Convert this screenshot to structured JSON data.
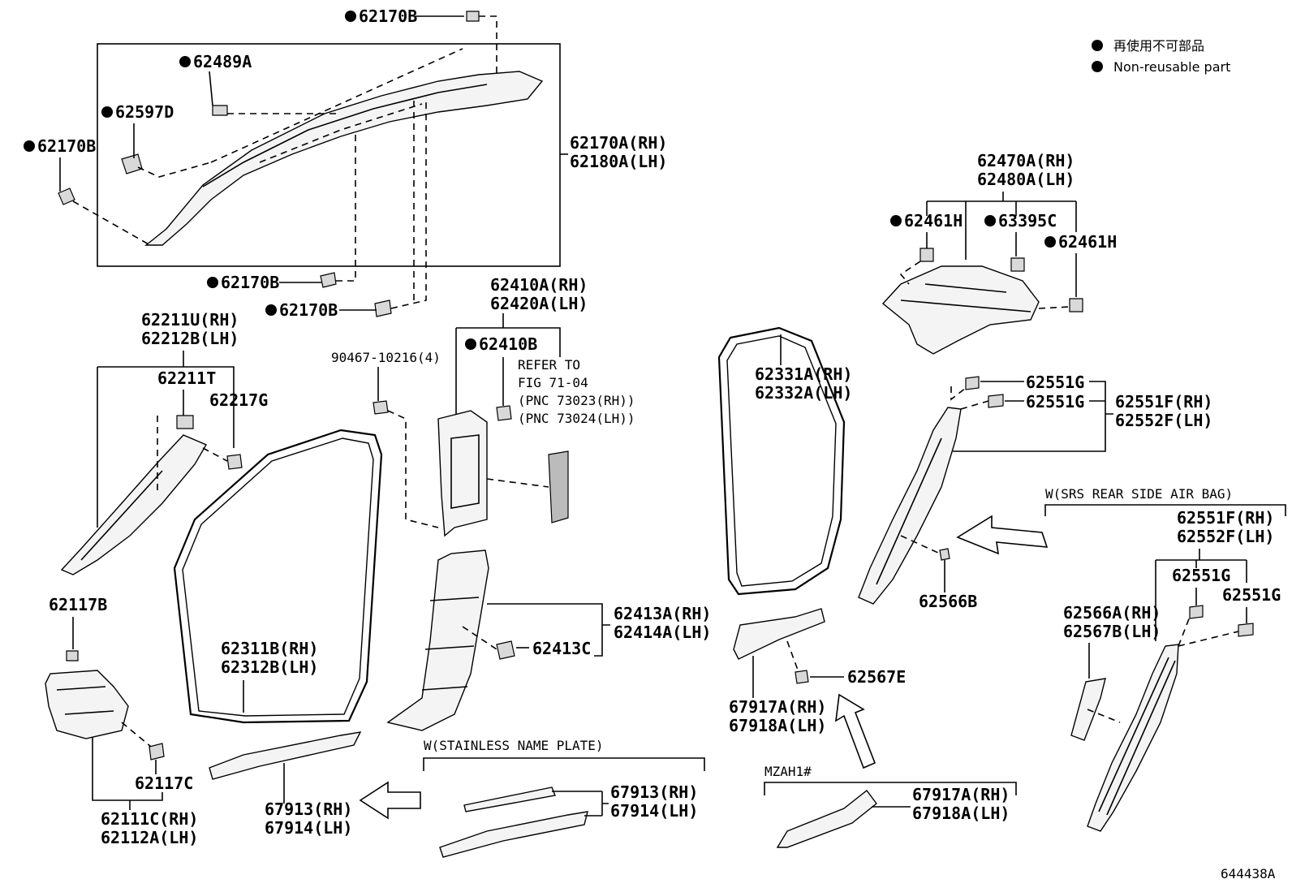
{
  "legend": {
    "jp": "再使用不可部品",
    "en": "Non-reusable part"
  },
  "diagram_id": "644438A",
  "labels": {
    "p62170B_top": "62170B",
    "p62489A": "62489A",
    "p62597D": "62597D",
    "p62170B_left": "62170B",
    "p62170A_rh": "62170A(RH)",
    "p62180A_lh": "62180A(LH)",
    "p62170B_mid": "62170B",
    "p62170B_low": "62170B",
    "p62211U_rh": "62211U(RH)",
    "p62212B_lh": "62212B(LH)",
    "p62211T": "62211T",
    "p62217G": "62217G",
    "p90467": "90467-10216(4)",
    "p62410A_rh": "62410A(RH)",
    "p62420A_lh": "62420A(LH)",
    "p62410B": "62410B",
    "refer1": "REFER TO",
    "refer2": "FIG 71-04",
    "refer3": "(PNC 73023(RH))",
    "refer4": "(PNC 73024(LH))",
    "p62470A_rh": "62470A(RH)",
    "p62480A_lh": "62480A(LH)",
    "p62461H_a": "62461H",
    "p63395C": "63395C",
    "p62461H_b": "62461H",
    "p62331A_rh": "62331A(RH)",
    "p62332A_lh": "62332A(LH)",
    "p62551G_a": "62551G",
    "p62551G_b": "62551G",
    "p62551F_rh": "62551F(RH)",
    "p62552F_lh": "62552F(LH)",
    "w_srs": "W(SRS REAR SIDE AIR BAG)",
    "p62551F_rh2": "62551F(RH)",
    "p62552F_lh2": "62552F(LH)",
    "p62551G_c": "62551G",
    "p62551G_d": "62551G",
    "p62566A_rh": "62566A(RH)",
    "p62567B_lh": "62567B(LH)",
    "p62566B": "62566B",
    "p62413A_rh": "62413A(RH)",
    "p62414A_lh": "62414A(LH)",
    "p62413C": "62413C",
    "p62117B": "62117B",
    "p62311B_rh": "62311B(RH)",
    "p62312B_lh": "62312B(LH)",
    "p62567E": "62567E",
    "p67917A_rh": "67917A(RH)",
    "p67918A_lh": "67918A(LH)",
    "p62117C": "62117C",
    "p62111C_rh": "62111C(RH)",
    "p62112A_lh": "62112A(LH)",
    "p67913_rh": "67913(RH)",
    "p67914_lh": "67914(LH)",
    "w_stainless": "W(STAINLESS NAME PLATE)",
    "p67913_rh2": "67913(RH)",
    "p67914_lh2": "67914(LH)",
    "mzah": "MZAH1#",
    "p67917A_rh2": "67917A(RH)",
    "p67918A_lh2": "67918A(LH)"
  }
}
